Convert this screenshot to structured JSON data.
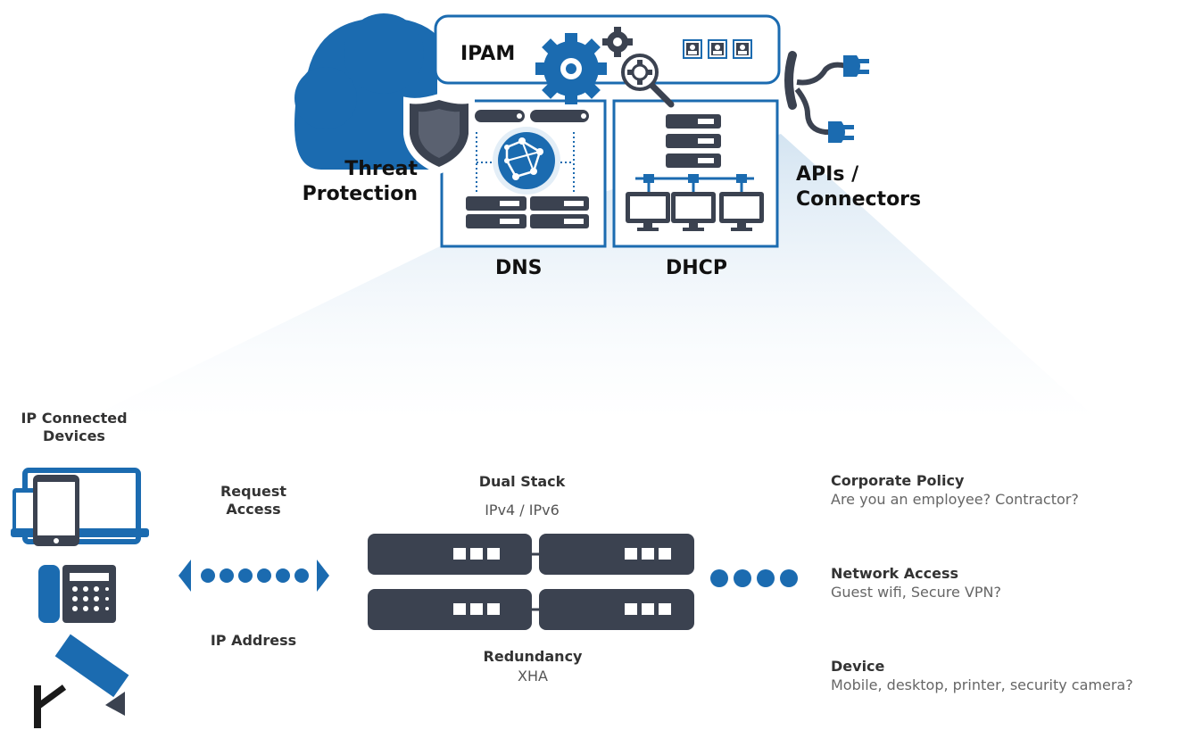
{
  "top": {
    "ipam_label": "IPAM",
    "threat_line1": "Threat",
    "threat_line2": "Protection",
    "dns_label": "DNS",
    "dhcp_label": "DHCP",
    "apis_line1": "APIs /",
    "apis_line2": "Connectors"
  },
  "bottom": {
    "devices_line1": "IP Connected",
    "devices_line2": "Devices",
    "request_line1": "Request",
    "request_line2": "Access",
    "ip_address": "IP Address",
    "dual_stack_title": "Dual Stack",
    "dual_stack_sub": "IPv4 / IPv6",
    "redundancy_title": "Redundancy",
    "redundancy_sub": "XHA"
  },
  "policies": [
    {
      "title": "Corporate Policy",
      "text": "Are you an employee? Contractor?"
    },
    {
      "title": "Network Access",
      "text": "Guest wifi, Secure VPN?"
    },
    {
      "title": "Device",
      "text": "Mobile, desktop, printer, security camera?"
    }
  ],
  "colors": {
    "brand_blue": "#1b6bb0",
    "dark_slate": "#3b4250",
    "light_blue": "#e3eef7"
  }
}
